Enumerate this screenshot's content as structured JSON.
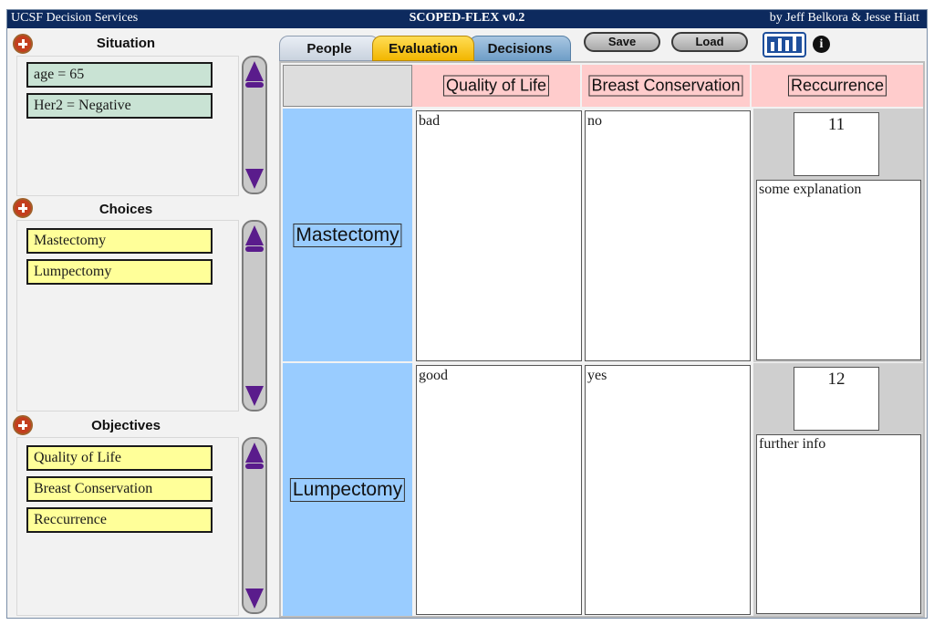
{
  "header": {
    "left": "UCSF Decision Services",
    "title": "SCOPED-FLEX v0.2",
    "right": "by Jeff Belkora & Jesse Hiatt"
  },
  "situation": {
    "title": "Situation",
    "items": [
      "age = 65",
      "Her2 = Negative"
    ]
  },
  "choices": {
    "title": "Choices",
    "items": [
      "Mastectomy",
      "Lumpectomy"
    ]
  },
  "objectives": {
    "title": "Objectives",
    "items": [
      "Quality of Life",
      "Breast Conservation",
      "Reccurrence"
    ]
  },
  "tabs": [
    {
      "label": "People",
      "active": false
    },
    {
      "label": "Evaluation",
      "active": true
    },
    {
      "label": "Decisions",
      "active": false
    }
  ],
  "toolbar": {
    "save_label": "Save",
    "load_label": "Load",
    "chart_icon": "bar-chart-icon",
    "info_icon": "info-icon",
    "info_glyph": "i"
  },
  "evaluation": {
    "columns": [
      "Quality of Life",
      "Breast Conservation",
      "Reccurrence"
    ],
    "rows": [
      {
        "choice": "Mastectomy",
        "quality_of_life": "bad",
        "breast_conservation": "no",
        "recurrence_score": "11",
        "recurrence_note": "some explanation"
      },
      {
        "choice": "Lumpectomy",
        "quality_of_life": "good",
        "breast_conservation": "yes",
        "recurrence_score": "12",
        "recurrence_note": "further info"
      }
    ]
  },
  "colors": {
    "titlebar": "#0d2a5e",
    "situation_item": "#c9e3d4",
    "choice_item": "#ffff99",
    "column_header": "#ffcccc",
    "row_header": "#99ccff",
    "active_tab": "#f2b600",
    "scroll_arrow": "#5a1c8c",
    "add_button": "#c33e1e"
  }
}
